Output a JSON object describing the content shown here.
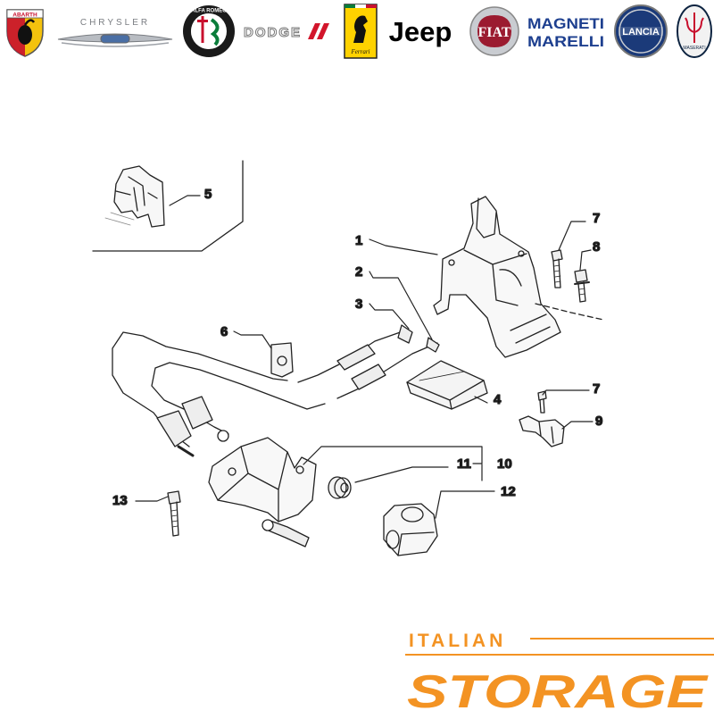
{
  "brands": [
    {
      "name": "ABARTH",
      "icon": "abarth-scorpion-shield-icon"
    },
    {
      "name": "CHRYSLER",
      "icon": "chrysler-wings-icon"
    },
    {
      "name": "ALFA ROMEO",
      "icon": "alfa-romeo-roundel-icon"
    },
    {
      "name": "DODGE",
      "icon": "dodge-stripes-icon"
    },
    {
      "name": "Ferrari",
      "icon": "ferrari-prancing-horse-icon"
    },
    {
      "name": "Jeep",
      "icon": "jeep-wordmark-icon"
    },
    {
      "name": "FIAT",
      "icon": "fiat-badge-icon"
    },
    {
      "name": "MAGNETI MARELLI",
      "icon": "magneti-marelli-wordmark-icon"
    },
    {
      "name": "LANCIA",
      "icon": "lancia-shield-icon"
    },
    {
      "name": "MASERATI",
      "icon": "maserati-trident-icon"
    }
  ],
  "diagram": {
    "callouts": [
      "1",
      "2",
      "3",
      "4",
      "5",
      "6",
      "7",
      "7",
      "8",
      "9",
      "10",
      "11",
      "12",
      "13"
    ]
  },
  "footer": {
    "line1": "ITALIAN",
    "line2": "STORAGE",
    "accent": "#f39323"
  },
  "colors": {
    "abarth_red": "#c8102e",
    "abarth_yellow": "#f4c20d",
    "alfa_red": "#c8102e",
    "alfa_green": "#0a7c3a",
    "dodge_red": "#d2152b",
    "ferrari_yellow": "#ffd200",
    "fiat_red": "#9b1b30",
    "marelli_blue": "#1d3f8f",
    "lancia_blue": "#1b3a79",
    "maserati_blue": "#0c2340"
  }
}
